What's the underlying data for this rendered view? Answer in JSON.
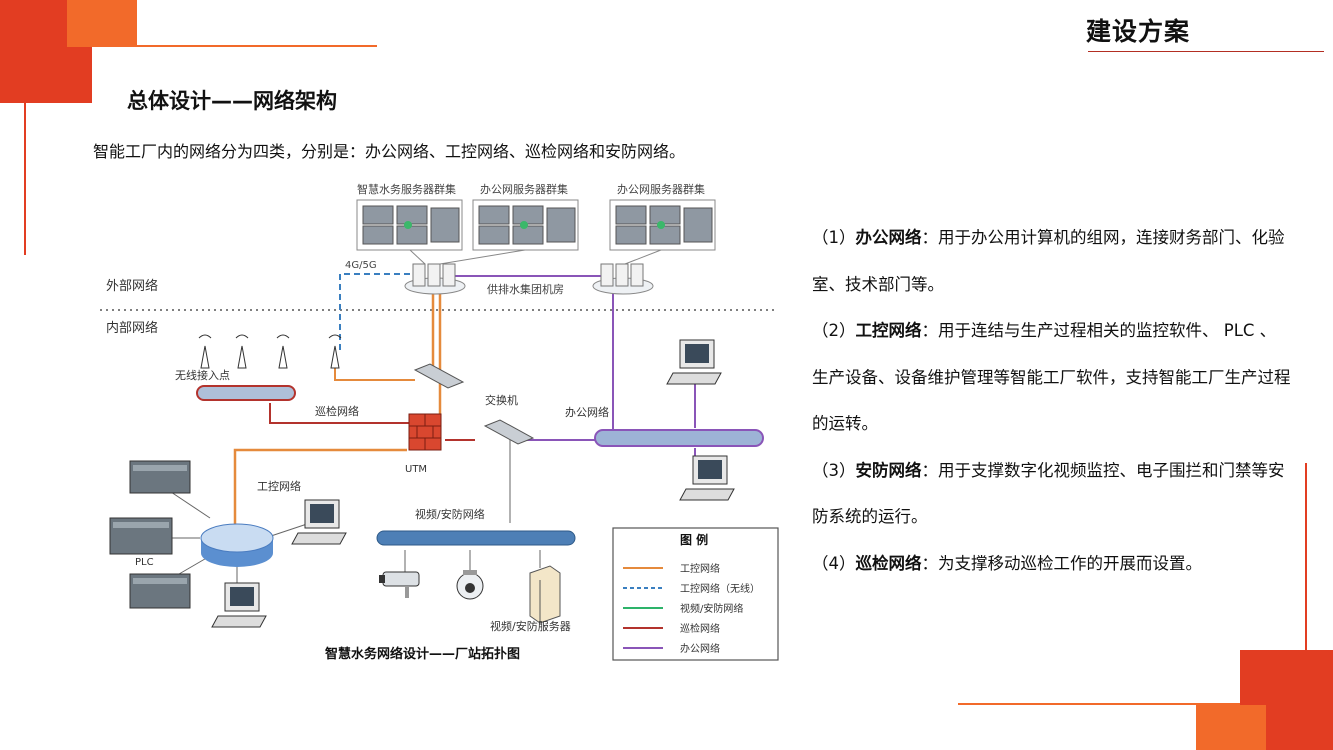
{
  "header": {
    "section_label": "建设方案"
  },
  "title": "总体设计——网络架构",
  "intro": "智能工厂内的网络分为四类，分别是：办公网络、工控网络、巡检网络和安防网络。",
  "diagram": {
    "caption": "智慧水务网络设计——厂站拓扑图",
    "clusters": [
      "智慧水务服务器群集",
      "办公网服务器群集",
      "办公网服务器群集"
    ],
    "link_4g5g": "4G/5G",
    "group_room": "供排水集团机房",
    "external_net": "外部网络",
    "internal_net": "内部网络",
    "wireless_ap": "无线接入点",
    "patrol_net": "巡检网络",
    "switch": "交换机",
    "office_net": "办公网络",
    "utm": "UTM",
    "control_net": "工控网络",
    "plc": "PLC",
    "video_net": "视频/安防网络",
    "video_server": "视频/安防服务器",
    "legend": {
      "title": "图  例",
      "items": [
        {
          "label": "工控网络",
          "color": "#e58a3c",
          "dashed": false
        },
        {
          "label": "工控网络（无线）",
          "color": "#3a7fc0",
          "dashed": true
        },
        {
          "label": "视频/安防网络",
          "color": "#2db36a",
          "dashed": false
        },
        {
          "label": "巡检网络",
          "color": "#b3332d",
          "dashed": false
        },
        {
          "label": "办公网络",
          "color": "#8a55b8",
          "dashed": false
        }
      ]
    }
  },
  "descriptions": [
    {
      "prefix": "（1）",
      "bold": "办公网络",
      "text": "：用于办公用计算机的组网，连接财务部门、化验室、技术部门等。"
    },
    {
      "prefix": "（2）",
      "bold": "工控网络",
      "text": "：用于连结与生产过程相关的监控软件、 PLC 、生产设备、设备维护管理等智能工厂软件，支持智能工厂生产过程的运转。"
    },
    {
      "prefix": "（3）",
      "bold": "安防网络",
      "text": "：用于支撑数字化视频监控、电子围拦和门禁等安防系统的运行。"
    },
    {
      "prefix": "（4）",
      "bold": "巡检网络",
      "text": "：为支撑移动巡检工作的开展而设置。"
    }
  ],
  "colors": {
    "accent_red": "#e23d22",
    "accent_orange": "#f26a2a"
  }
}
